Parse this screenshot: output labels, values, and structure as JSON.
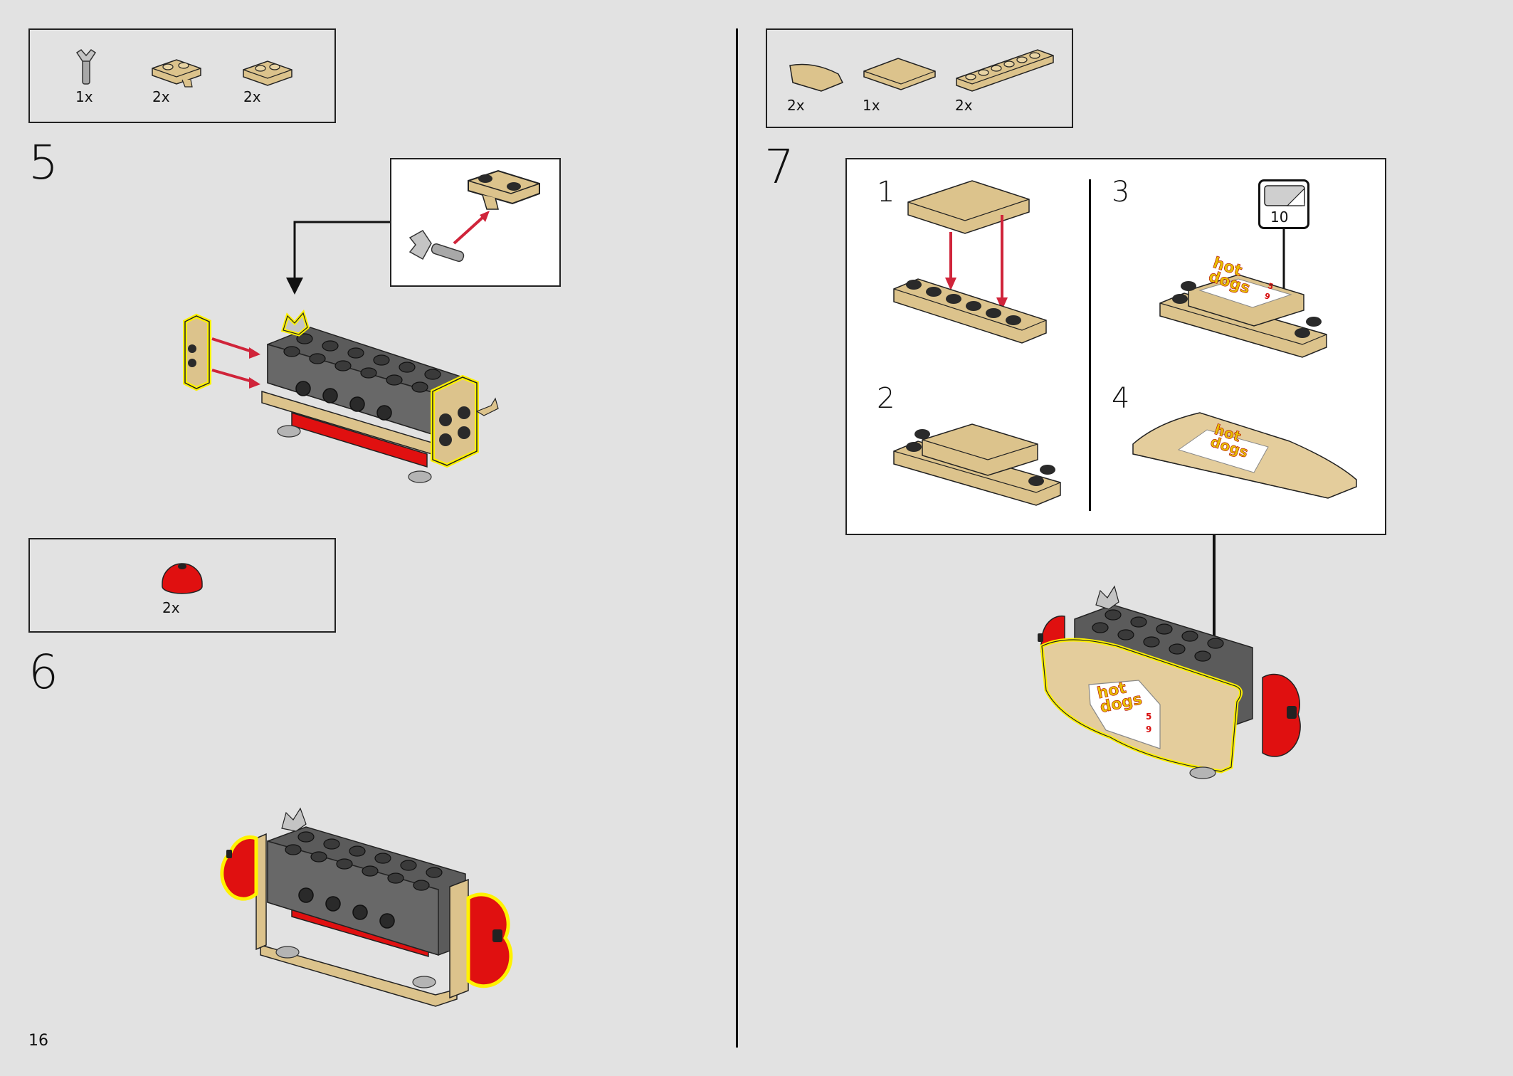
{
  "page": {
    "number": "16"
  },
  "steps": {
    "s5": {
      "number": "5",
      "parts": [
        {
          "name": "bar-clip-gray",
          "qty": "1x"
        },
        {
          "name": "plate-1x2-clip-tan",
          "qty": "2x"
        },
        {
          "name": "plate-1x2-tan",
          "qty": "2x"
        }
      ]
    },
    "s6": {
      "number": "6",
      "parts": [
        {
          "name": "dome-red",
          "qty": "2x"
        }
      ]
    },
    "s7": {
      "number": "7",
      "parts": [
        {
          "name": "slope-curved-tan",
          "qty": "2x"
        },
        {
          "name": "tile-2x4-tan",
          "qty": "1x"
        },
        {
          "name": "plate-1x6-tan",
          "qty": "2x"
        }
      ],
      "substeps": [
        "1",
        "2",
        "3",
        "4"
      ],
      "sticker_number": "10",
      "sticker": {
        "line1": "hot",
        "line2": "dogs",
        "price1": "5",
        "price2": "9"
      }
    }
  },
  "colors": {
    "tan": "#dcc38c",
    "dark_gray": "#5b5b5b",
    "red": "#e01010",
    "highlight": "#fff200",
    "arrow_red": "#d0243a"
  }
}
